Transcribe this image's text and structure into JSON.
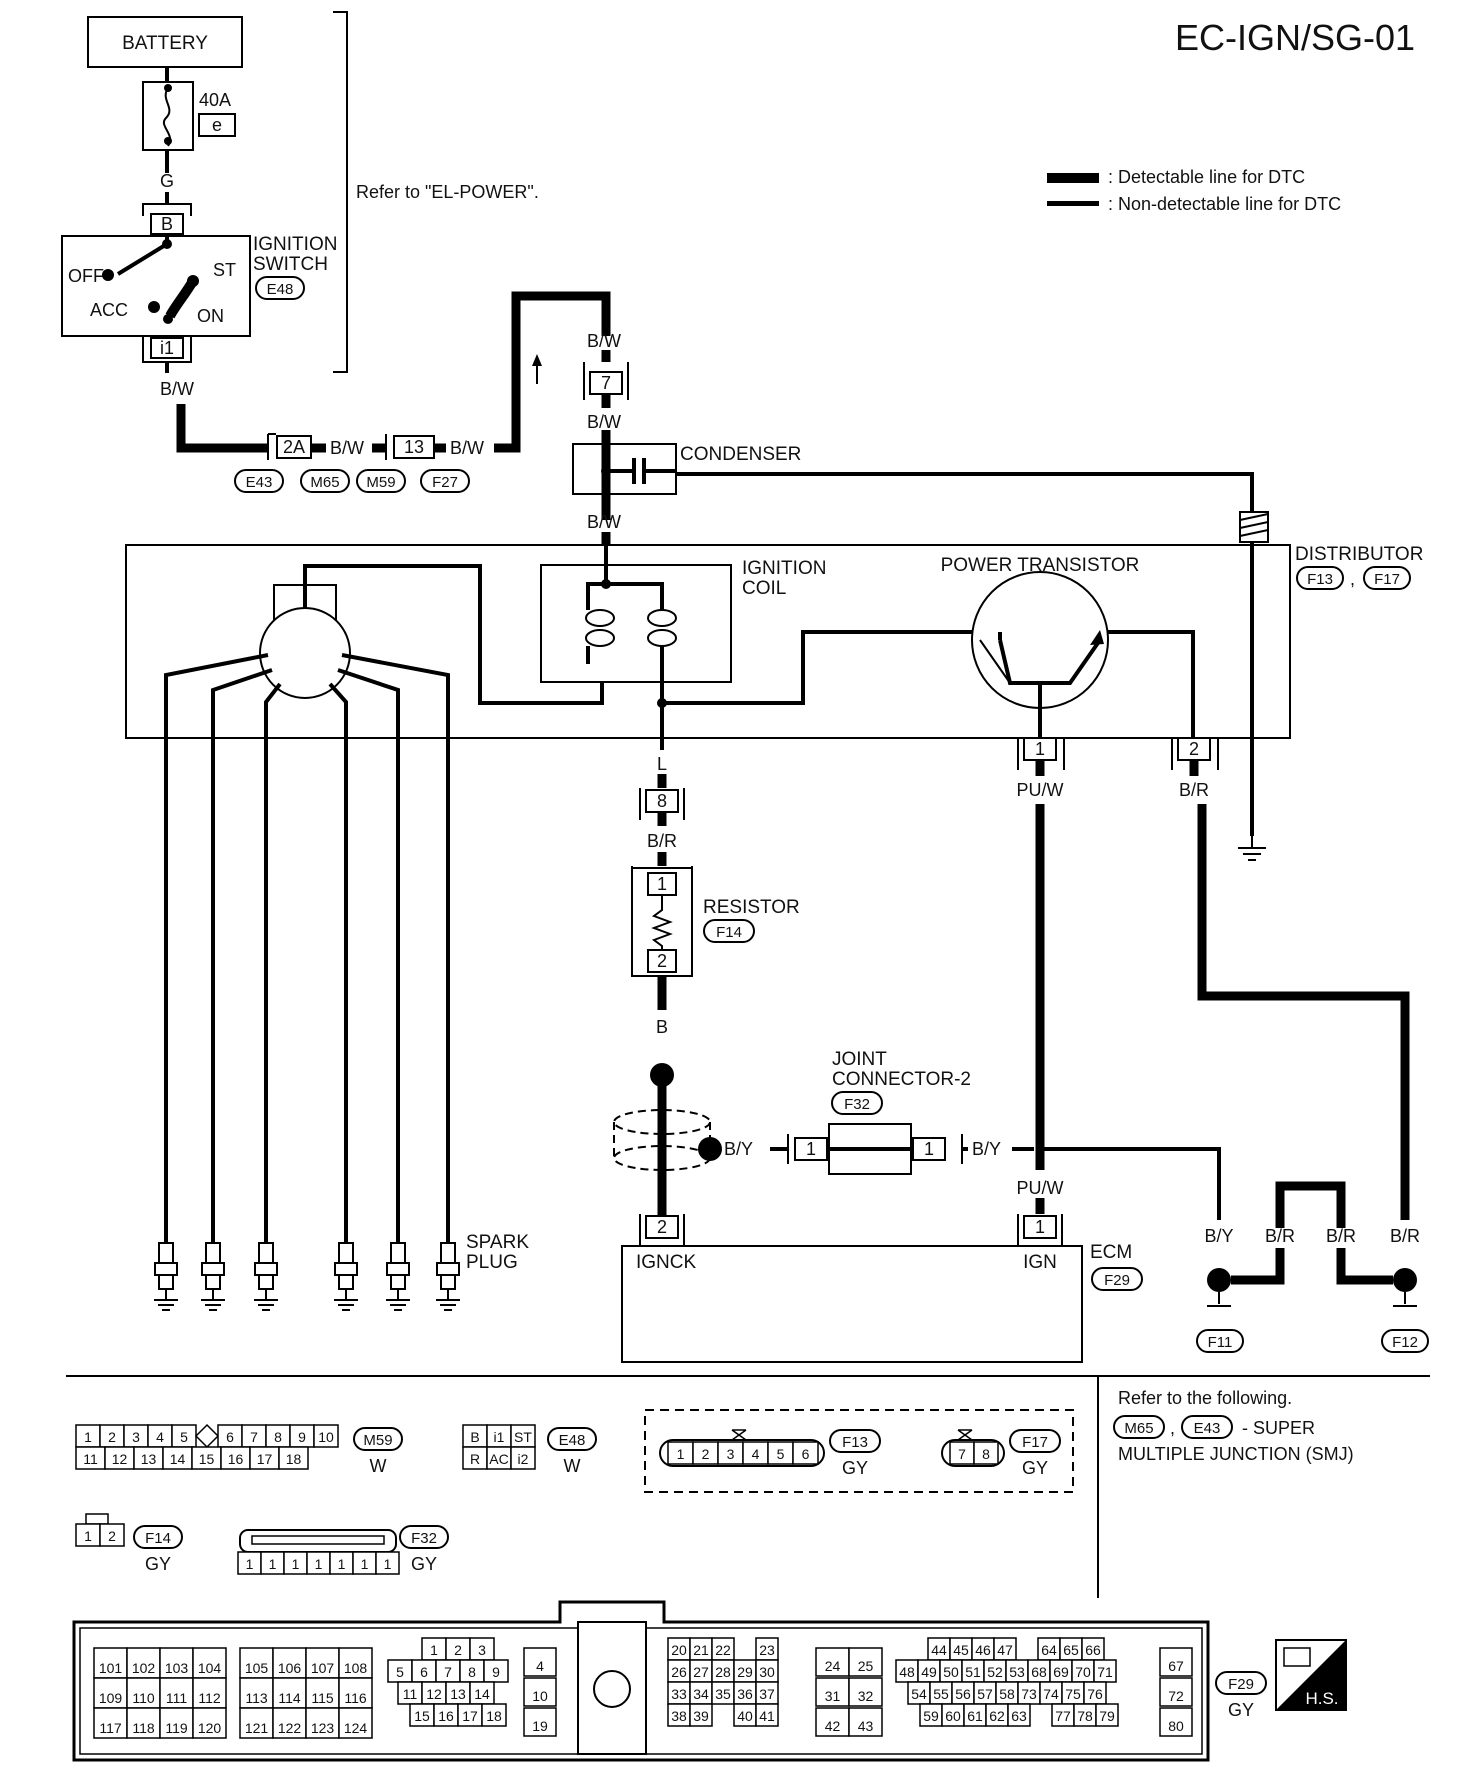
{
  "header": {
    "code": "EC-IGN/SG-01"
  },
  "legend": {
    "detectable": ": Detectable line for DTC",
    "non_detectable": ": Non-detectable line for DTC"
  },
  "power": {
    "battery": "BATTERY",
    "fuse_rating": "40A",
    "fuse_id": "e",
    "wire_g": "G",
    "refer": "Refer to \"EL-POWER\"."
  },
  "ignition_switch": {
    "label1": "IGNITION",
    "label2": "SWITCH",
    "conn": "E48",
    "pin_top": "B",
    "pin_bottom": "i1",
    "off": "OFF",
    "acc": "ACC",
    "st": "ST",
    "on": "ON"
  },
  "harness": {
    "wire_bw": "B/W",
    "pin_2a": "2A",
    "pin_13": "13",
    "pin_7": "7",
    "conns": [
      "E43",
      "M65",
      "M59",
      "F27"
    ]
  },
  "condenser": {
    "label": "CONDENSER"
  },
  "distributor": {
    "label": "DISTRIBUTOR",
    "conn1": "F13",
    "conn2": "F17",
    "sep": ","
  },
  "coil": {
    "label1": "IGNITION",
    "label2": "COIL"
  },
  "transistor": {
    "label": "POWER TRANSISTOR",
    "pin1": "1",
    "pin2": "2"
  },
  "wires": {
    "l": "L",
    "br": "B/R",
    "b": "B",
    "by": "B/Y",
    "puw": "PU/W"
  },
  "resistor": {
    "label": "RESISTOR",
    "conn": "F14",
    "pin_in": "8",
    "pin1": "1",
    "pin2": "2"
  },
  "joint": {
    "label1": "JOINT",
    "label2": "CONNECTOR-2",
    "conn": "F32",
    "pin_left": "1",
    "pin_right": "1"
  },
  "ecm": {
    "label": "ECM",
    "conn": "F29",
    "ignck": "IGNCK",
    "ign": "IGN",
    "pin_ignck": "2",
    "pin_ign": "1"
  },
  "spark": {
    "label1": "SPARK",
    "label2": "PLUG"
  },
  "grounds": {
    "f11": "F11",
    "f12": "F12"
  },
  "connectors": {
    "m59": {
      "top": [
        "1",
        "2",
        "3",
        "4",
        "5",
        "",
        "6",
        "7",
        "8",
        "9",
        "10"
      ],
      "bottom": [
        "11",
        "12",
        "13",
        "14",
        "15",
        "16",
        "17",
        "18"
      ],
      "id": "M59",
      "color": "W"
    },
    "e48": {
      "top": [
        "B",
        "i1",
        "ST"
      ],
      "bottom": [
        "R",
        "AC",
        "i2"
      ],
      "id": "E48",
      "color": "W"
    },
    "f13": {
      "pins": [
        "1",
        "2",
        "3",
        "4",
        "5",
        "6"
      ],
      "id": "F13",
      "color": "GY"
    },
    "f17": {
      "pins": [
        "7",
        "8"
      ],
      "id": "F17",
      "color": "GY"
    },
    "f14": {
      "pins": [
        "1",
        "2"
      ],
      "id": "F14",
      "color": "GY"
    },
    "f32": {
      "pins": [
        "1",
        "1",
        "1",
        "1",
        "1",
        "1",
        "1"
      ],
      "id": "F32",
      "color": "GY"
    },
    "f29": {
      "id": "F29",
      "color": "GY",
      "badge": "H.S."
    }
  },
  "smj_note": {
    "line1": "Refer to the following.",
    "conn1": "M65",
    "conn2": "E43",
    "sep": ",",
    "line2": "- SUPER",
    "line3": "MULTIPLE JUNCTION (SMJ)"
  },
  "ecm_pins": {
    "g1": [
      [
        "101",
        "102",
        "103",
        "104"
      ],
      [
        "109",
        "110",
        "111",
        "112"
      ],
      [
        "117",
        "118",
        "119",
        "120"
      ]
    ],
    "g2": [
      [
        "105",
        "106",
        "107",
        "108"
      ],
      [
        "113",
        "114",
        "115",
        "116"
      ],
      [
        "121",
        "122",
        "123",
        "124"
      ]
    ],
    "g3": [
      [
        "",
        "1",
        "2",
        "3"
      ],
      [
        "5",
        "6",
        "7",
        "8",
        "9"
      ],
      [
        "11",
        "12",
        "13",
        "14"
      ],
      [
        "15",
        "16",
        "17",
        "18"
      ]
    ],
    "g4": [
      "4",
      "10",
      "19"
    ],
    "g5": [
      [
        "20",
        "21",
        "22",
        "",
        "23"
      ],
      [
        "26",
        "27",
        "28",
        "29",
        "30"
      ],
      [
        "33",
        "34",
        "35",
        "36",
        "37"
      ],
      [
        "38",
        "39",
        "",
        "40",
        "41"
      ]
    ],
    "g6": [
      [
        "24",
        "25"
      ],
      [
        "31",
        "32"
      ],
      [
        "42",
        "43"
      ]
    ],
    "g7": [
      [
        "44",
        "45",
        "46",
        "47",
        "",
        "64",
        "65",
        "66"
      ],
      [
        "48",
        "49",
        "50",
        "51",
        "52",
        "53",
        "68",
        "69",
        "70",
        "71"
      ],
      [
        "54",
        "55",
        "56",
        "57",
        "58",
        "73",
        "74",
        "75",
        "76"
      ],
      [
        "59",
        "60",
        "61",
        "62",
        "63",
        "",
        "77",
        "78",
        "79"
      ]
    ],
    "g8": [
      "67",
      "72",
      "80"
    ]
  }
}
